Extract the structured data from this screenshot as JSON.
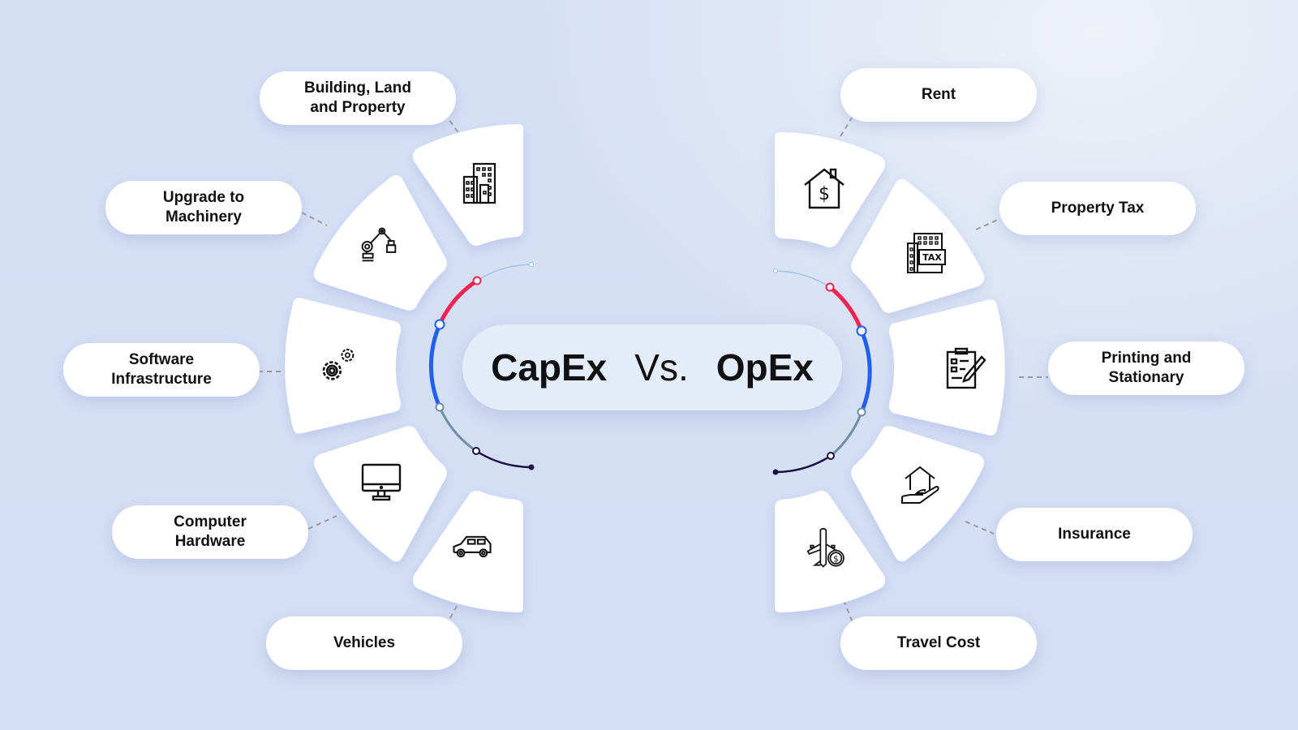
{
  "title": {
    "left": "CapEx",
    "middle": "Vs.",
    "right": "OpEx"
  },
  "capex": {
    "items": [
      {
        "label": "Building, Land\nand Property",
        "icon": "office-building-icon"
      },
      {
        "label": "Upgrade to\nMachinery",
        "icon": "robotic-arm-icon"
      },
      {
        "label": "Software\nInfrastructure",
        "icon": "gears-icon"
      },
      {
        "label": "Computer\nHardware",
        "icon": "desktop-computer-icon"
      },
      {
        "label": "Vehicles",
        "icon": "car-icon"
      }
    ]
  },
  "opex": {
    "items": [
      {
        "label": "Rent",
        "icon": "house-dollar-icon"
      },
      {
        "label": "Property Tax",
        "icon": "building-tax-icon"
      },
      {
        "label": "Printing and\nStationary",
        "icon": "clipboard-pen-icon"
      },
      {
        "label": "Insurance",
        "icon": "hand-house-icon"
      },
      {
        "label": "Travel Cost",
        "icon": "plane-coin-icon"
      }
    ]
  },
  "colors": {
    "background": "#d6e0f5",
    "segment": "#ffffff",
    "arc_light": "#9cc4ee",
    "arc_red": "#f2244f",
    "arc_blue": "#2160f0",
    "arc_slate": "#6f8ea6",
    "arc_dark": "#1a1040",
    "connector": "#9a9a9a",
    "text": "#111111"
  }
}
